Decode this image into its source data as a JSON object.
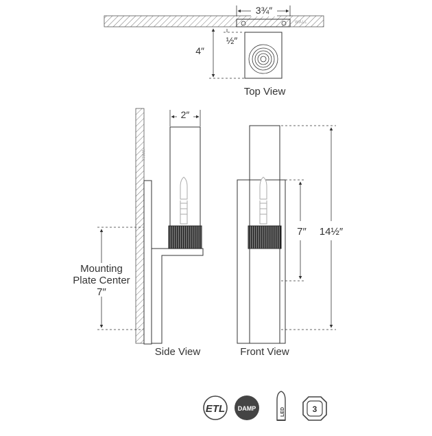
{
  "top_view": {
    "label": "Top View",
    "width_dim": "3¾″",
    "depth_dim": "4″",
    "offset_dim": "½″",
    "wall_label": "WALL"
  },
  "side_view": {
    "label": "Side View",
    "width_dim": "2″",
    "wall_label": "WALL",
    "mounting_label_line1": "Mounting",
    "mounting_label_line2": "Plate Center",
    "mounting_dim": "7″"
  },
  "front_view": {
    "label": "Front View",
    "inner_dim": "7″",
    "overall_dim": "14½″"
  },
  "badges": [
    {
      "name": "etl-listed-icon",
      "text": "ETL"
    },
    {
      "name": "damp-rated-icon",
      "text": "DAMP"
    },
    {
      "name": "led-bulb-icon",
      "text": "LED"
    },
    {
      "name": "bulb-count-icon",
      "text": "3"
    }
  ],
  "colors": {
    "line": "#333333",
    "hatch": "#555555",
    "badge": "#444444",
    "bulb": "#aaaaaa"
  }
}
